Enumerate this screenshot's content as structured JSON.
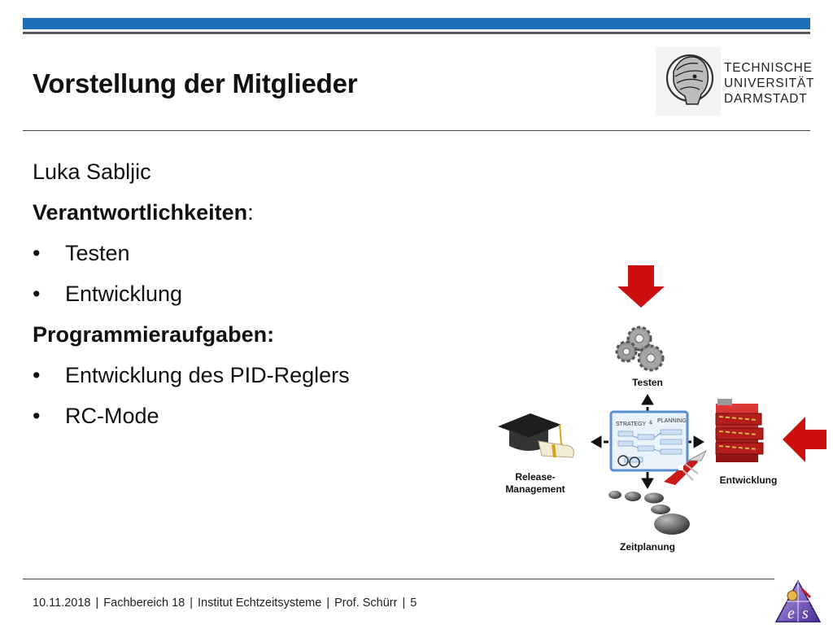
{
  "slide": {
    "title": "Vorstellung der Mitglieder",
    "university": [
      "TECHNISCHE",
      "UNIVERSITÄT",
      "DARMSTADT"
    ],
    "member_name": "Luka Sabljic",
    "responsibilities_heading": "Verantwortlichkeiten",
    "responsibilities_colon": ":",
    "responsibilities": [
      "Testen",
      "Entwicklung"
    ],
    "tasks_heading": "Programmieraufgaben:",
    "tasks": [
      "Entwicklung des PID-Reglers",
      "RC-Mode"
    ],
    "bullet_glyph": "•"
  },
  "diagram": {
    "top_label": "Testen",
    "left_label_line1": "Release-",
    "left_label_line2": "Management",
    "right_label": "Entwicklung",
    "bottom_label": "Zeitplanung",
    "board_strategy": "STRATEGY",
    "board_plan": "PLANNING",
    "board_amp": "&",
    "arrow_color": "#cc1010"
  },
  "footer": {
    "date": "10.11.2018",
    "department": "Fachbereich 18",
    "institute": "Institut Echtzeitsysteme",
    "professor": "Prof. Schürr",
    "page": "5",
    "separator": "|"
  }
}
